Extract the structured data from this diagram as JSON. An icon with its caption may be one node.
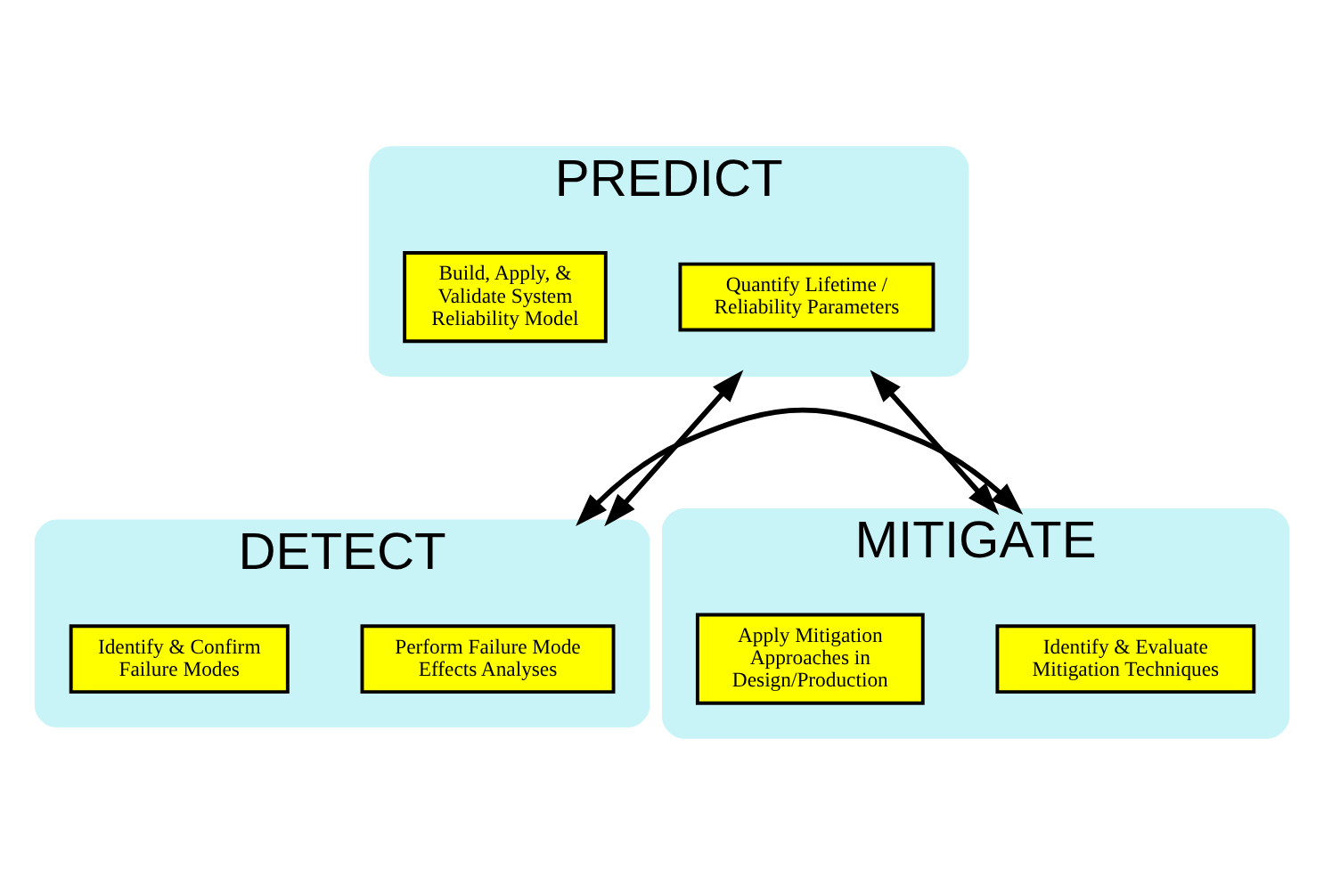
{
  "diagram": {
    "nodes": [
      {
        "text": [
          "PREDICT"
        ]
      },
      {
        "text": [
          "Quantify Lifetime / Reliability Parameters"
        ],
        "in": 0
      },
      {
        "text": [
          "Build, Apply, & Validate System Reliability Model"
        ],
        "in": 0
      },
      {
        "text": [
          "DETECT"
        ]
      },
      {
        "text": [
          "Perform Failure Mode Effects Analyses"
        ],
        "in": 3
      },
      {
        "text": [
          "Identify & Confirm Failure Modes"
        ],
        "in": 3
      },
      {
        "text": [
          "MITIGATE"
        ]
      },
      {
        "text": [
          "Identify & Evaluate Mitigation Techniques"
        ],
        "in": 6
      },
      {
        "text": [
          "Apply Mitigation Approaches in Design/Production"
        ],
        "in": 6
      }
    ],
    "edges": [
      {
        "from": 0,
        "to": 3,
        "arrow": "both"
      },
      {
        "from": 0,
        "to": 6,
        "arrow": "both"
      },
      {
        "from": 3,
        "to": 6,
        "arrow": "both"
      }
    ]
  }
}
